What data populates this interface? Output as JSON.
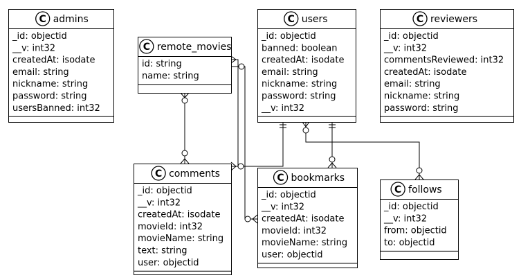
{
  "entities": [
    {
      "id": "admins",
      "icon": "C",
      "name": "admins",
      "fields": [
        "_id: objectid",
        "__v: int32",
        "createdAt: isodate",
        "email: string",
        "nickname: string",
        "password: string",
        "usersBanned: int32"
      ]
    },
    {
      "id": "remote_movies",
      "icon": "C",
      "name": "remote_movies",
      "fields": [
        "id: string",
        "name: string"
      ]
    },
    {
      "id": "users",
      "icon": "C",
      "name": "users",
      "fields": [
        "_id: objectid",
        "banned: boolean",
        "createdAt: isodate",
        "email: string",
        "nickname: string",
        "password: string",
        "__v: int32"
      ]
    },
    {
      "id": "reviewers",
      "icon": "C",
      "name": "reviewers",
      "fields": [
        "_id: objectid",
        "__v: int32",
        "commentsReviewed: int32",
        "createdAt: isodate",
        "email: string",
        "nickname: string",
        "password: string"
      ]
    },
    {
      "id": "comments",
      "icon": "C",
      "name": "comments",
      "fields": [
        "_id: objectid",
        "__v: int32",
        "createdAt: isodate",
        "movieId: int32",
        "movieName: string",
        "text: string",
        "user: objectid"
      ]
    },
    {
      "id": "bookmarks",
      "icon": "C",
      "name": "bookmarks",
      "fields": [
        "_id: objectid",
        "__v: int32",
        "createdAt: isodate",
        "movieId: int32",
        "movieName: string",
        "user: objectid"
      ]
    },
    {
      "id": "follows",
      "icon": "C",
      "name": "follows",
      "fields": [
        "_id: objectid",
        "__v: int32",
        "from: objectid",
        "to: objectid"
      ]
    }
  ],
  "relations": [
    {
      "from": "remote_movies",
      "to": "comments",
      "from_end": "zero-or-many",
      "to_end": "zero-or-many"
    },
    {
      "from": "remote_movies",
      "to": "comments",
      "from_end": "zero-or-many",
      "to_end": "zero-or-many"
    },
    {
      "from": "remote_movies",
      "to": "bookmarks",
      "from_end": "zero-or-many",
      "to_end": "zero-or-many"
    },
    {
      "from": "users",
      "to": "comments",
      "from_end": "exactly-one",
      "to_end": "zero-or-many"
    },
    {
      "from": "users",
      "to": "bookmarks",
      "from_end": "exactly-one",
      "to_end": "zero-or-many"
    },
    {
      "from": "users",
      "to": "follows",
      "from_end": "zero-or-many",
      "to_end": "zero-or-many"
    }
  ],
  "colors": {
    "box_fill": "#ffffff",
    "stroke": "#000000",
    "circle_fill": "#ffffff",
    "text": "#000000"
  }
}
